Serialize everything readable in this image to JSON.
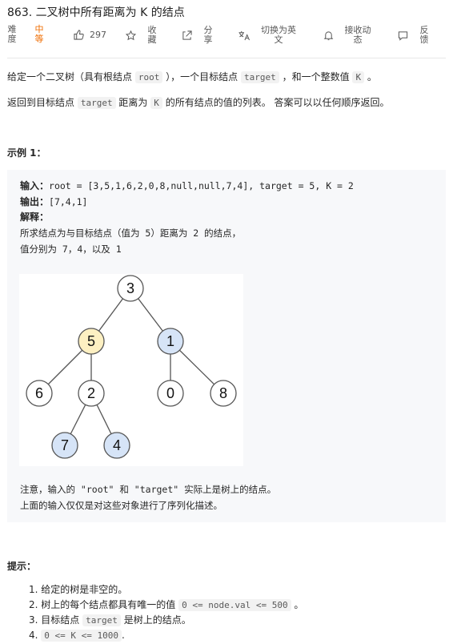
{
  "title": "863. 二叉树中所有距离为 K 的结点",
  "toolbar": {
    "difficulty_label": "难度",
    "difficulty_value": "中等",
    "difficulty_color": "#ef6c00",
    "likes": "297",
    "collect": "收藏",
    "share": "分享",
    "switch_lang": "切换为英文",
    "notify": "接收动态",
    "feedback": "反馈"
  },
  "description": {
    "line1": {
      "a": "给定一个二叉树（具有根结点",
      "root": "root",
      "b": "），一个目标结点",
      "target": "target",
      "c": "，和一个整数值",
      "k": "K",
      "d": "。"
    },
    "line2": {
      "a": "返回到目标结点",
      "target": "target",
      "b": "距离为",
      "k": "K",
      "c": "的所有结点的值的列表。 答案可以以任何顺序返回。"
    }
  },
  "example": {
    "heading": "示例 1：",
    "input_label": "输入：",
    "input_value": "root = [3,5,1,6,2,0,8,null,null,7,4], target = 5, K = 2",
    "output_label": "输出：",
    "output_value": "[7,4,1]",
    "explain_label": "解释：",
    "explain_lines": [
      "所求结点为与目标结点（值为 5）距离为 2 的结点，",
      "值分别为 7，4，以及 1"
    ],
    "note_lines": [
      "注意，输入的 \"root\" 和 \"target\" 实际上是树上的结点。",
      "上面的输入仅仅是对这些对象进行了序列化描述。"
    ]
  },
  "tree": {
    "nodes": [
      "3",
      "5",
      "1",
      "6",
      "2",
      "0",
      "8",
      "7",
      "4"
    ],
    "colors": {
      "target": "#fdf0c2",
      "answer": "#d6e4f7",
      "plain": "#ffffff"
    }
  },
  "hints": {
    "heading": "提示：",
    "items": [
      {
        "num": "1.",
        "a": "给定的树是非空的。"
      },
      {
        "num": "2.",
        "a": "树上的每个结点都具有唯一的值",
        "code": "0 <= node.val <= 500",
        "b": "。"
      },
      {
        "num": "3.",
        "a": "目标结点",
        "code": "target",
        "b": "是树上的结点。"
      },
      {
        "num": "4.",
        "a": "",
        "code": "0 <= K <= 1000",
        "b": "."
      }
    ]
  }
}
